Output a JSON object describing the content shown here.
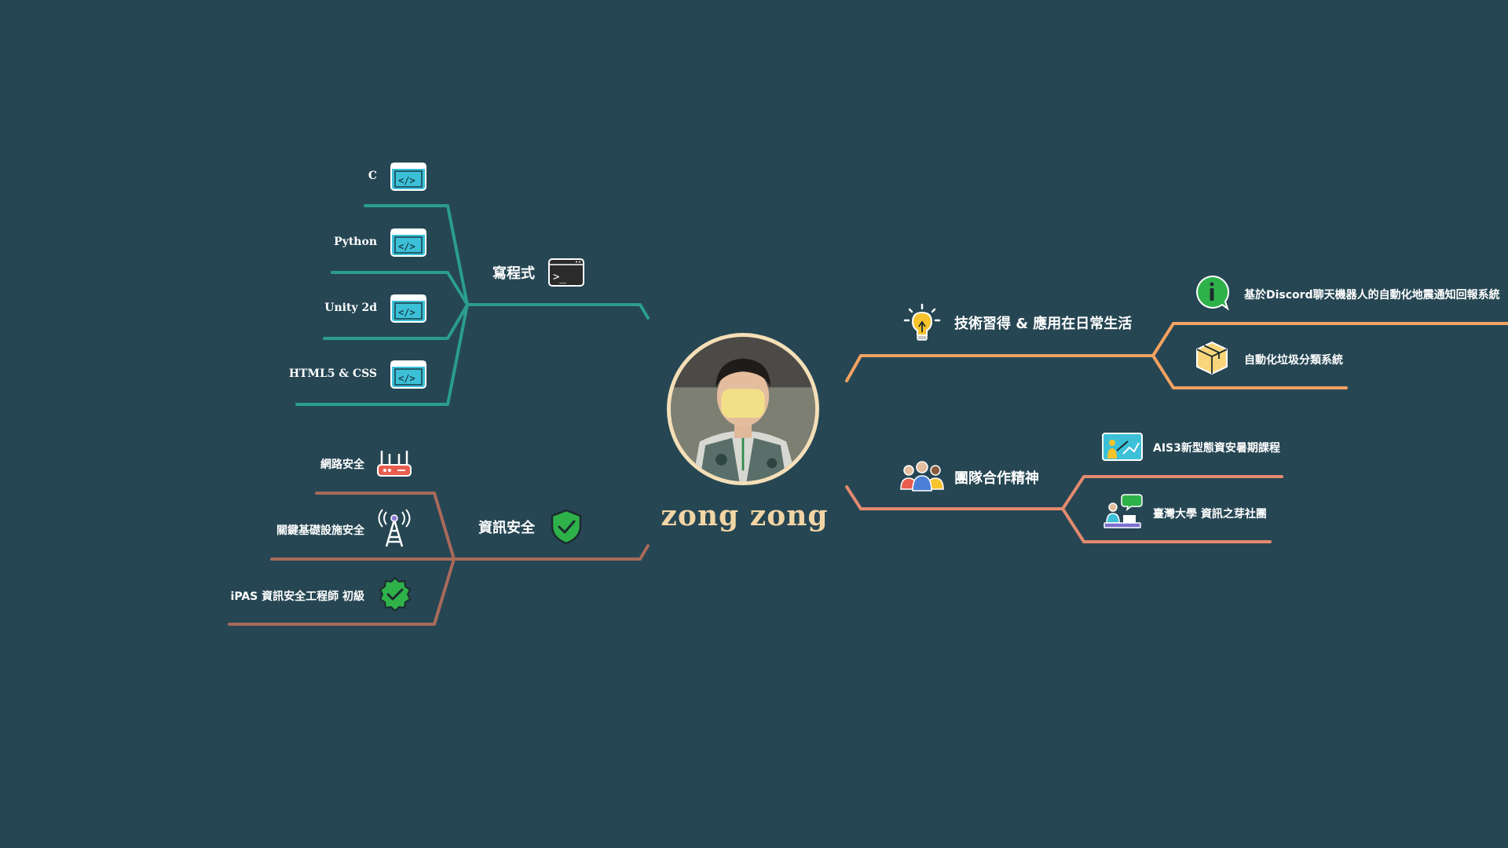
{
  "center": {
    "name": "zong zong",
    "avatar_alt": "profile-photo"
  },
  "colors": {
    "background": "#264653",
    "programming_branch": "#2a9d8f",
    "security_branch": "#a86a5a",
    "tech_branch": "#f4a261",
    "team_branch": "#e38a6f",
    "name_text": "#f2d5a4"
  },
  "branches": {
    "programming": {
      "label": "寫程式",
      "icon": "terminal-icon",
      "children": [
        {
          "label": "C",
          "icon": "code-window-icon"
        },
        {
          "label": "Python",
          "icon": "code-window-icon"
        },
        {
          "label": "Unity 2d",
          "icon": "code-window-icon"
        },
        {
          "label": "HTML5 & CSS",
          "icon": "code-window-icon"
        }
      ]
    },
    "security": {
      "label": "資訊安全",
      "icon": "shield-check-icon",
      "children": [
        {
          "label": "網路安全",
          "icon": "router-icon"
        },
        {
          "label": "關鍵基礎設施安全",
          "icon": "radio-tower-icon"
        },
        {
          "label": "iPAS 資訊安全工程師 初級",
          "icon": "verified-badge-icon"
        }
      ]
    },
    "tech": {
      "label": "技術習得 & 應用在日常生活",
      "icon": "lightbulb-icon",
      "children": [
        {
          "label": "基於Discord聊天機器人的自動化地震通知回報系統",
          "icon": "info-bubble-icon"
        },
        {
          "label": "自動化垃圾分類系統",
          "icon": "box-icon"
        }
      ]
    },
    "team": {
      "label": "團隊合作精神",
      "icon": "team-icon",
      "children": [
        {
          "label": "AIS3新型態資安暑期課程",
          "icon": "presentation-icon"
        },
        {
          "label": "臺灣大學 資訊之芽社團",
          "icon": "meeting-icon"
        }
      ]
    }
  }
}
